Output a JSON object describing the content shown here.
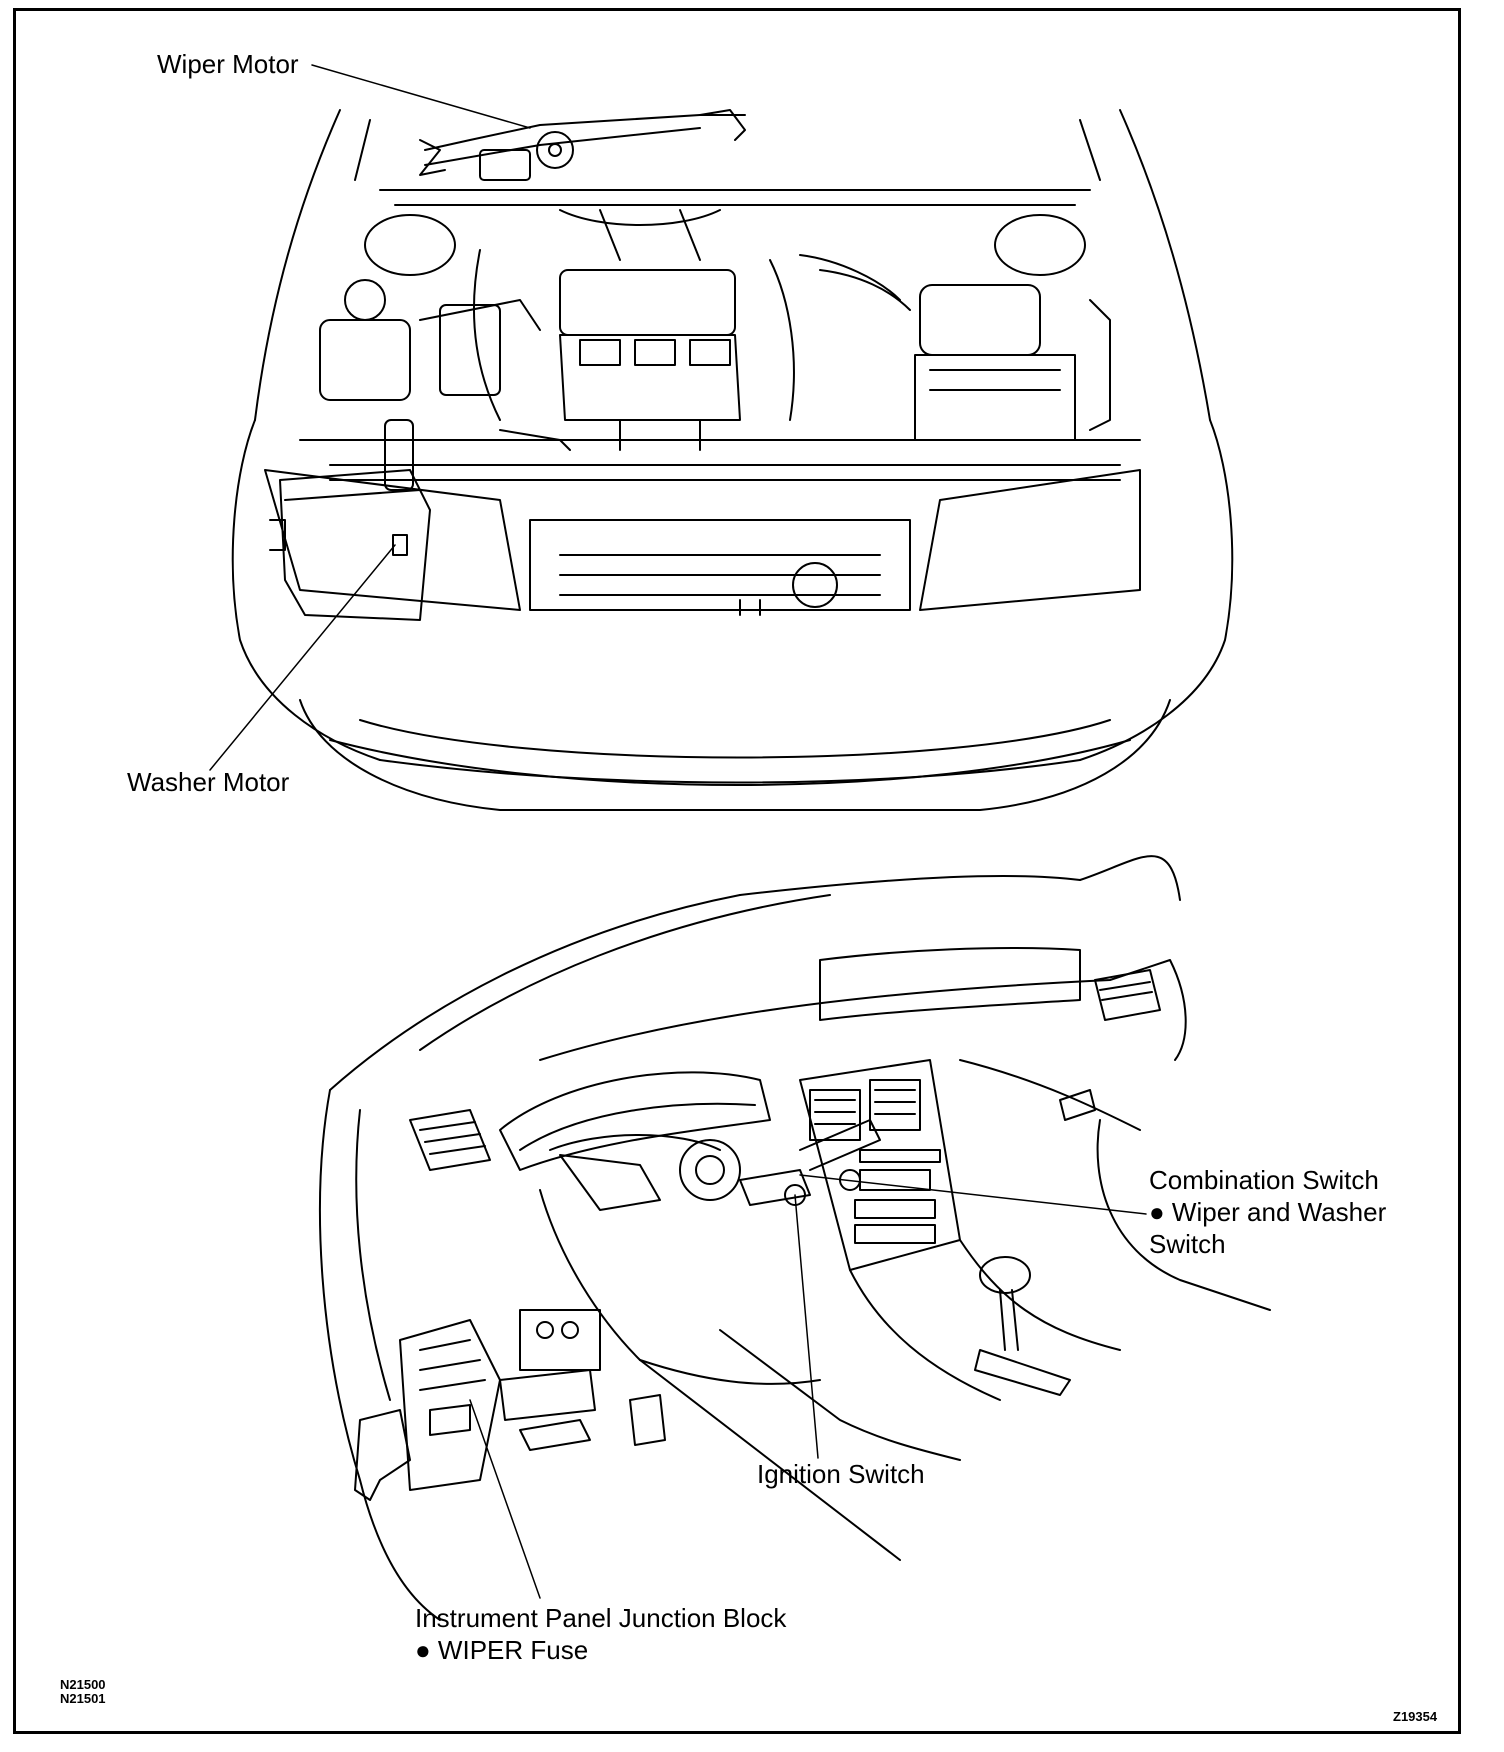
{
  "labels": {
    "wiper_motor": "Wiper Motor",
    "washer_motor": "Washer Motor",
    "combination_switch": "Combination Switch",
    "combination_switch_item": "● Wiper and Washer",
    "combination_switch_item_cont": "Switch",
    "ignition_switch": "Ignition Switch",
    "junction_block": "Instrument Panel Junction Block",
    "junction_block_item": "● WIPER Fuse"
  },
  "codes": {
    "left_top": "N21500",
    "left_bottom": "N21501",
    "right": "Z19354"
  }
}
